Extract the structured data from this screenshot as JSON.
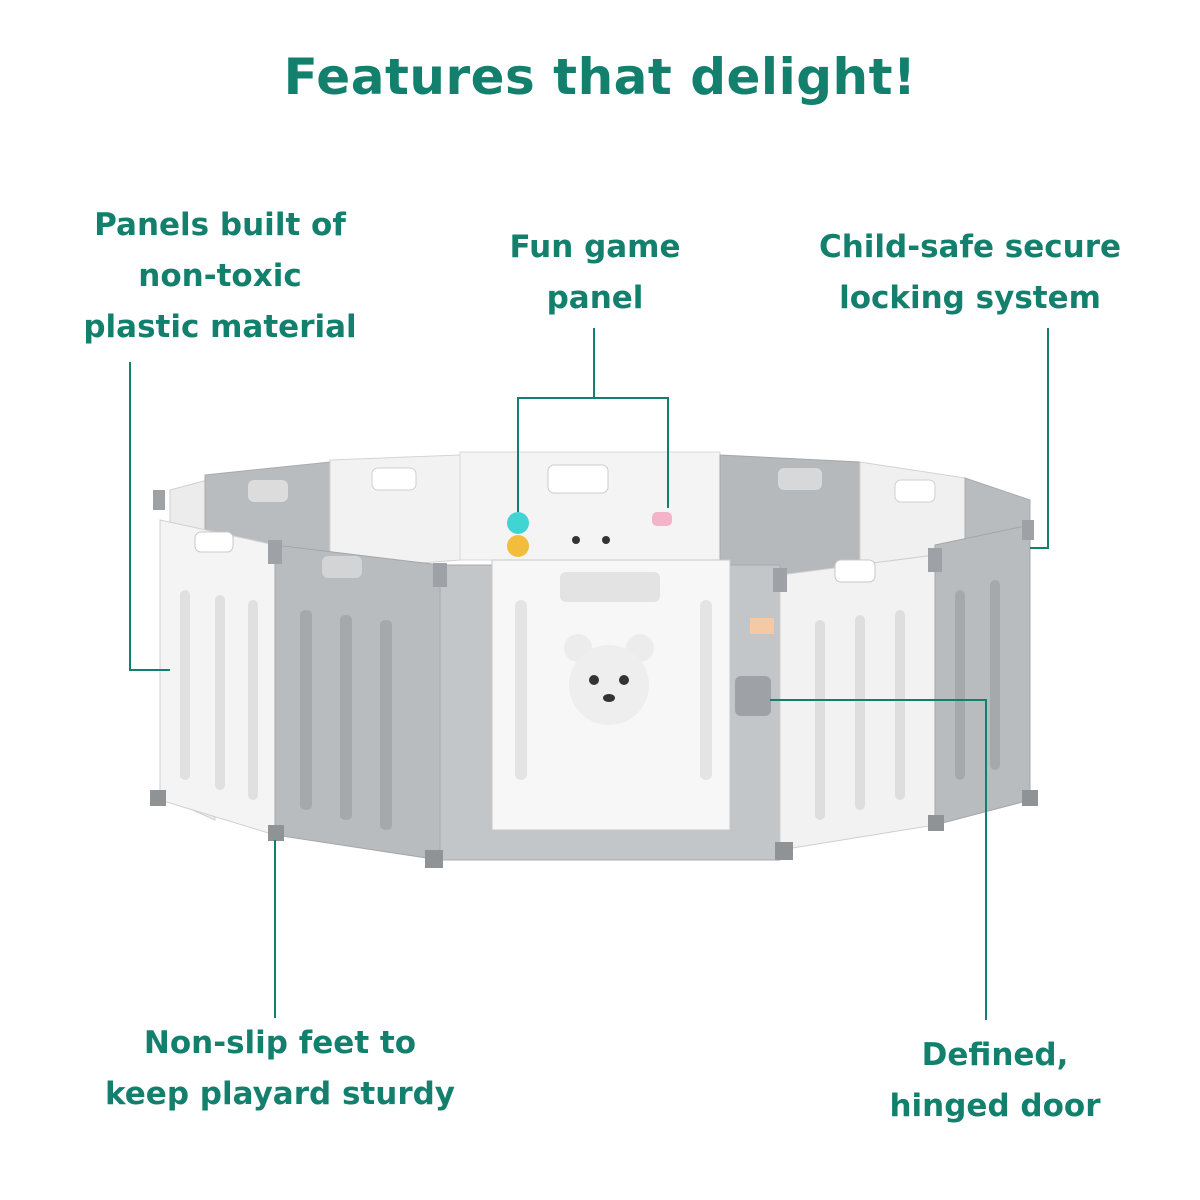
{
  "title": "Features that delight!",
  "callouts": {
    "panels": [
      "Panels built of",
      "non-toxic",
      "plastic material"
    ],
    "game": [
      "Fun game",
      "panel"
    ],
    "lock": [
      "Child-safe secure",
      "locking system"
    ],
    "feet": [
      "Non-slip feet to",
      "keep playard sturdy"
    ],
    "door": [
      "Defined,",
      "hinged door"
    ]
  },
  "colors": {
    "accent": "#13806d",
    "panel_white": "#f4f4f4",
    "panel_gray": "#b9bcbf",
    "connector": "#9ea2a6"
  }
}
